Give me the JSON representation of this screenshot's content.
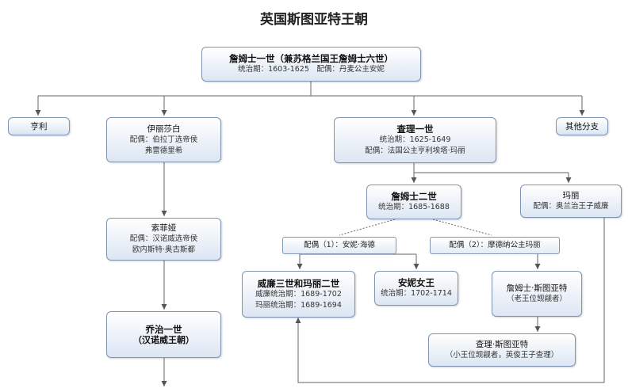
{
  "title": "英国斯图亚特王朝",
  "nodes": {
    "james1": {
      "name": "詹姆士一世（兼苏格兰国王詹姆士六世）",
      "detail": "统治期：1603-1625　配偶：丹麦公主安妮"
    },
    "henry": {
      "name": "亨利"
    },
    "elizabeth": {
      "name": "伊丽莎白",
      "detail1": "配偶：伯拉丁选帝侯",
      "detail2": "弗雷德里希"
    },
    "charles1": {
      "name": "查理一世",
      "detail1": "统治期：1625-1649",
      "detail2": "配偶：法国公主亨利埃塔·玛丽"
    },
    "others": {
      "name": "其他分支"
    },
    "james2": {
      "name": "詹姆士二世",
      "detail": "统治期：1685-1688"
    },
    "mary": {
      "name": "玛丽",
      "detail": "配偶：奥兰治王子威廉"
    },
    "sophia": {
      "name": "索菲娅",
      "detail1": "配偶：汉诺威选帝侯",
      "detail2": "欧内斯特·奥古斯都"
    },
    "spouse1": {
      "label": "配偶（1）：安妮·海德"
    },
    "spouse2": {
      "label": "配偶（2）：摩德纳公主玛丽"
    },
    "william_mary": {
      "name": "威廉三世和玛丽二世",
      "detail1": "威廉统治期：1689-1702",
      "detail2": "玛丽统治期：1689-1694"
    },
    "anne": {
      "name": "安妮女王",
      "detail": "统治期：1702-1714"
    },
    "james_stuart": {
      "name": "詹姆士·斯图亚特",
      "detail": "（老王位觊觎者）"
    },
    "george1": {
      "name": "乔治一世",
      "detail": "（汉诺威王朝）"
    },
    "charles_stuart": {
      "name": "查理·斯图亚特",
      "detail": "（小王位觊觎者，英俊王子查理）"
    }
  }
}
